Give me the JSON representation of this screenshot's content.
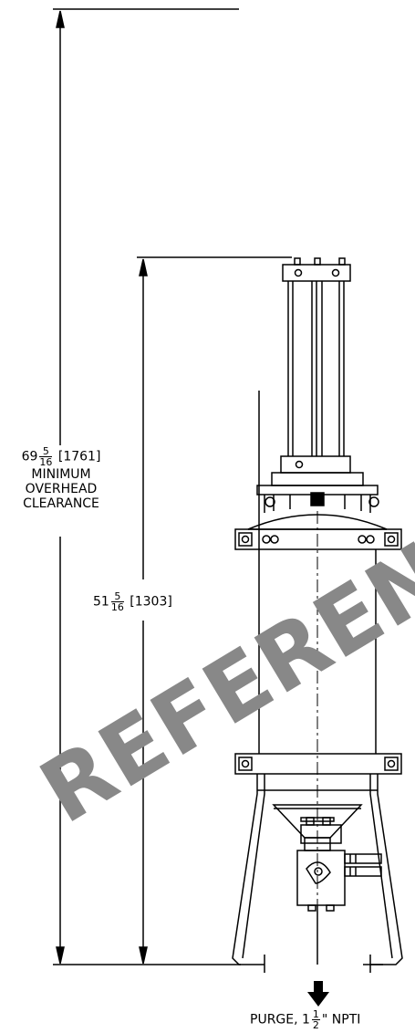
{
  "dimensions": {
    "overall": {
      "whole": "69",
      "num": "5",
      "den": "16",
      "metric": "[1761]",
      "note_line1": "MINIMUM",
      "note_line2": "OVERHEAD",
      "note_line3": "CLEARANCE"
    },
    "unit": {
      "whole": "51",
      "num": "5",
      "den": "16",
      "metric": "[1303]"
    }
  },
  "outlet": {
    "label_prefix": "PURGE, 1",
    "label_num": "1",
    "label_den": "2",
    "label_suffix": "\" NPTI"
  },
  "watermark": "REFERENCE O",
  "icons": {
    "outlet_arrow": "down-arrow-icon"
  },
  "colors": {
    "line": "#000000",
    "watermark": "#888888"
  }
}
